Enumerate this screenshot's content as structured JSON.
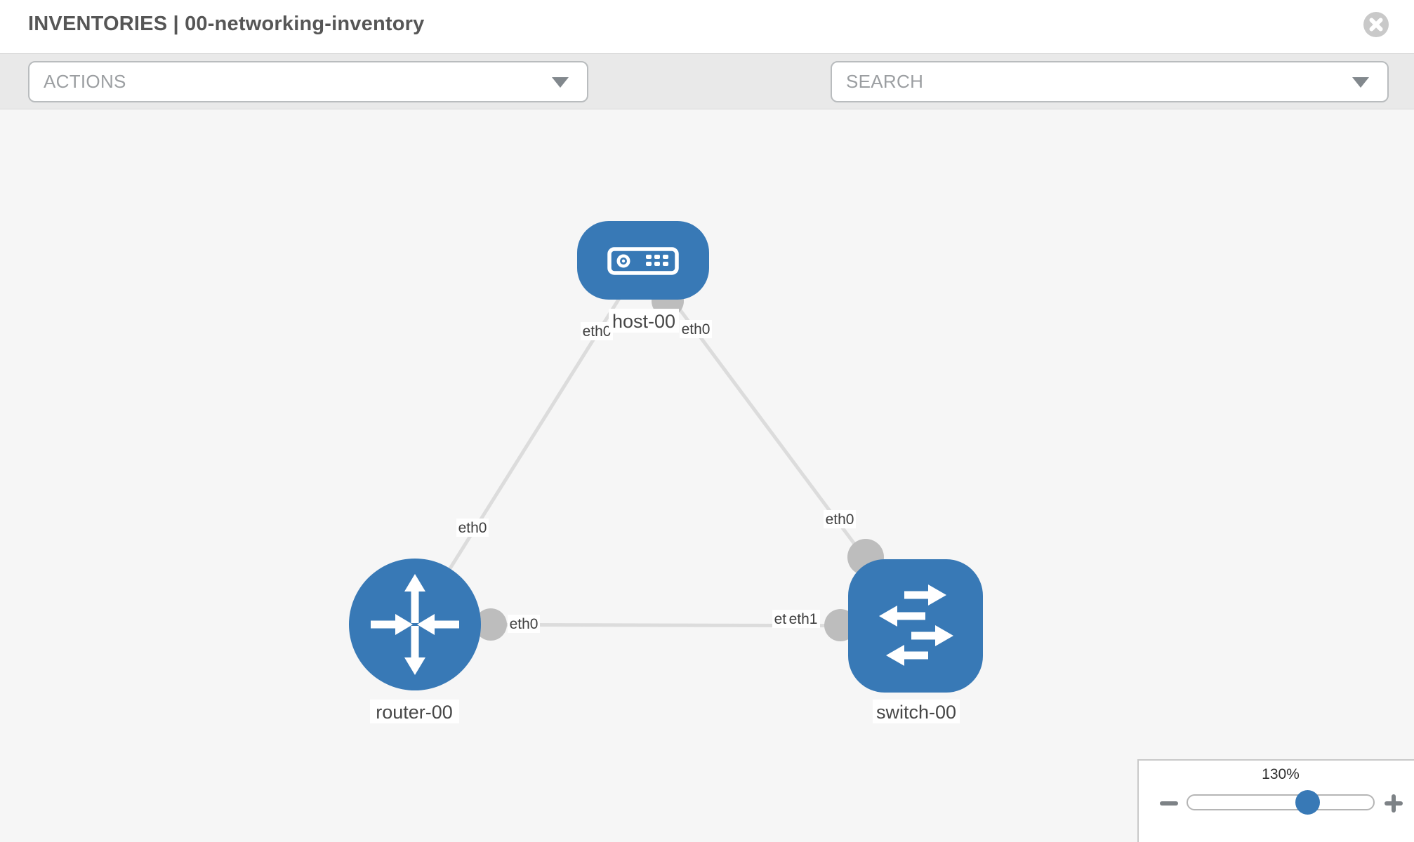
{
  "header": {
    "title": "INVENTORIES | 00-networking-inventory"
  },
  "toolbar": {
    "actions_label": "ACTIONS",
    "search_label": "SEARCH",
    "icons": [
      "wrench-icon",
      "key-icon"
    ]
  },
  "colors": {
    "node_blue": "#3879b6",
    "link_gray": "#dcdcdc",
    "port_gray": "#bdbdbd",
    "canvas_bg": "#f6f6f6",
    "toolbar_bg": "#e9e9e9",
    "slider_handle_blue": "#3879b6"
  },
  "topology": {
    "nodes": [
      {
        "id": "host-00",
        "type": "host",
        "label": "host-00"
      },
      {
        "id": "router-00",
        "type": "router",
        "label": "router-00"
      },
      {
        "id": "switch-00",
        "type": "switch",
        "label": "switch-00"
      }
    ],
    "links": [
      {
        "id": "host-router",
        "from": "host-00",
        "to": "router-00",
        "labels": {
          "from_end": "eth0",
          "to_end": "eth0"
        }
      },
      {
        "id": "host-switch",
        "from": "host-00",
        "to": "switch-00",
        "labels": {
          "from_end": "eth0",
          "to_end": "eth0"
        }
      },
      {
        "id": "router-switch",
        "from": "router-00",
        "to": "switch-00",
        "labels": {
          "from_end": "eth0",
          "to_end": "eth1",
          "to_end_overlapped": "eth0"
        }
      }
    ]
  },
  "zoom_control": {
    "level": "130%"
  }
}
